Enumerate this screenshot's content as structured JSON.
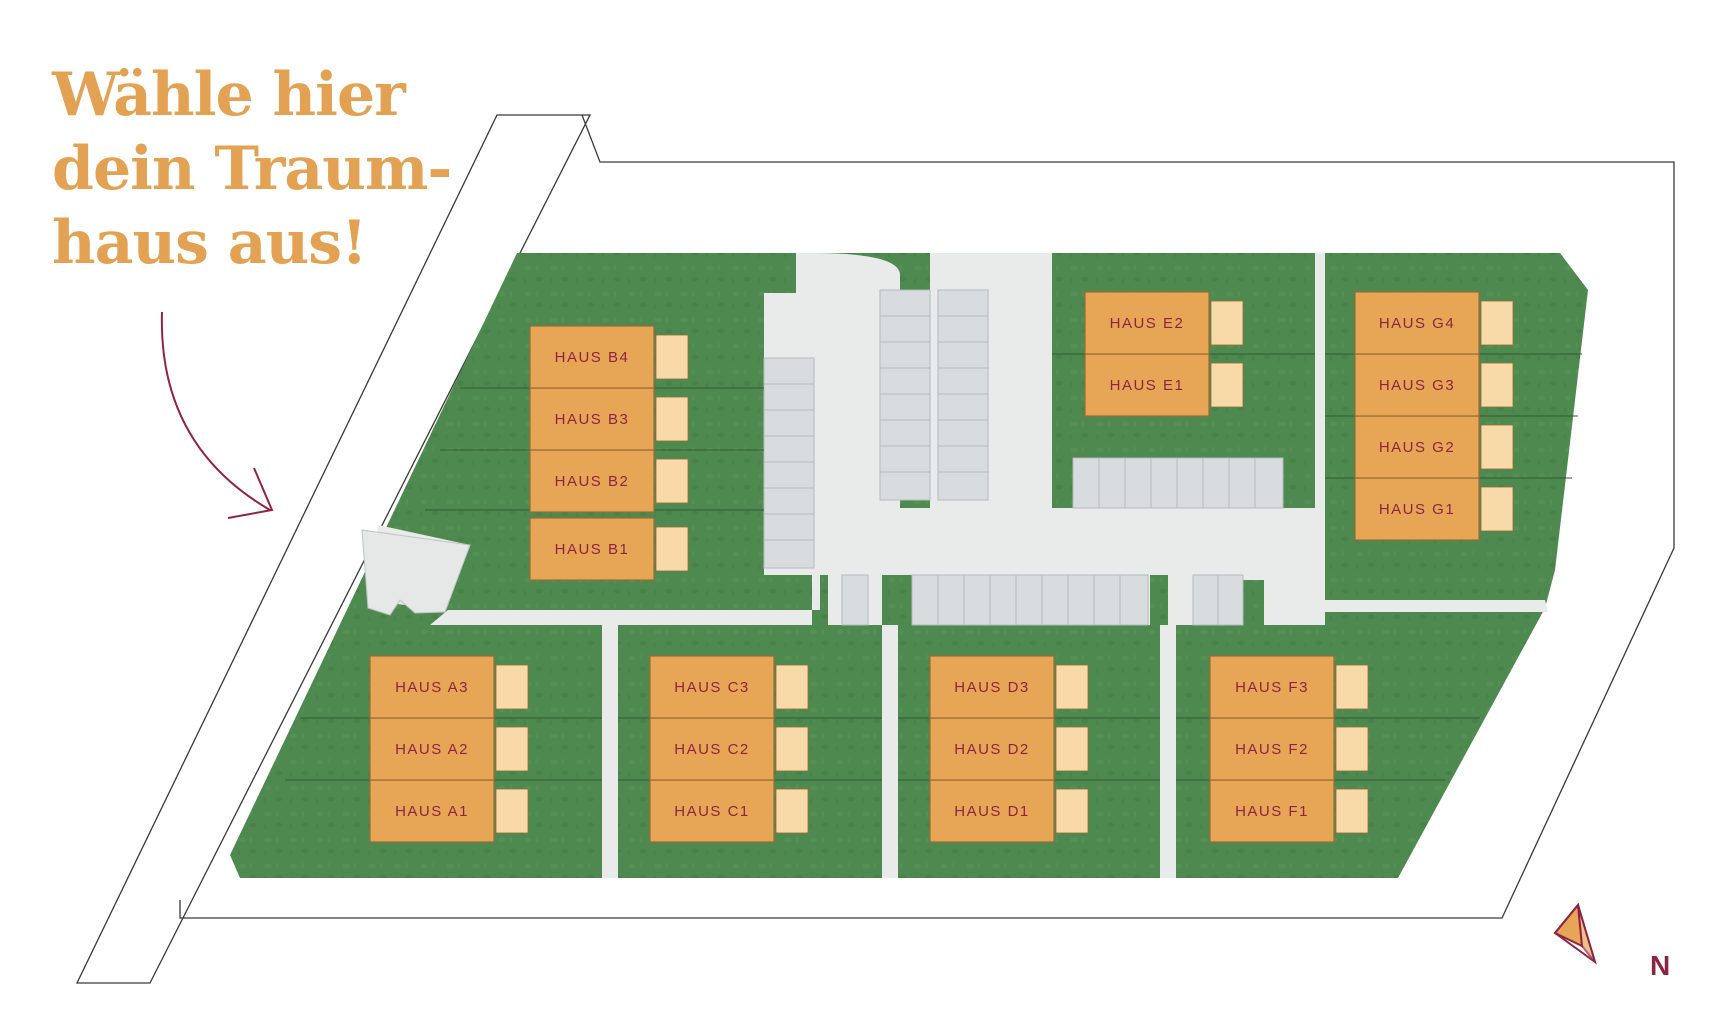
{
  "headline": {
    "line1": "Wähle hier",
    "line2": "dein Traum-",
    "line3": "haus aus!"
  },
  "compass": {
    "label": "N",
    "icon": "north-arrow-icon"
  },
  "colors": {
    "headline": "#e3a253",
    "arrow": "#8e2443",
    "green": "#4e8a4f",
    "path": "#e9eaea",
    "house": "#e6a656",
    "house_stroke": "#9a6a35",
    "terrace": "#f8d9a8",
    "label": "#8e2443",
    "parking": "#d8dcde",
    "outline": "#3a3a3a"
  },
  "houses": [
    {
      "id": "A1",
      "label": "HAUS A1"
    },
    {
      "id": "A2",
      "label": "HAUS A2"
    },
    {
      "id": "A3",
      "label": "HAUS A3"
    },
    {
      "id": "B1",
      "label": "HAUS B1"
    },
    {
      "id": "B2",
      "label": "HAUS B2"
    },
    {
      "id": "B3",
      "label": "HAUS B3"
    },
    {
      "id": "B4",
      "label": "HAUS B4"
    },
    {
      "id": "C1",
      "label": "HAUS C1"
    },
    {
      "id": "C2",
      "label": "HAUS C2"
    },
    {
      "id": "C3",
      "label": "HAUS C3"
    },
    {
      "id": "D1",
      "label": "HAUS D1"
    },
    {
      "id": "D2",
      "label": "HAUS D2"
    },
    {
      "id": "D3",
      "label": "HAUS D3"
    },
    {
      "id": "E1",
      "label": "HAUS E1"
    },
    {
      "id": "E2",
      "label": "HAUS E2"
    },
    {
      "id": "F1",
      "label": "HAUS F1"
    },
    {
      "id": "F2",
      "label": "HAUS F2"
    },
    {
      "id": "F3",
      "label": "HAUS F3"
    },
    {
      "id": "G1",
      "label": "HAUS G1"
    },
    {
      "id": "G2",
      "label": "HAUS G2"
    },
    {
      "id": "G3",
      "label": "HAUS G3"
    },
    {
      "id": "G4",
      "label": "HAUS G4"
    }
  ]
}
